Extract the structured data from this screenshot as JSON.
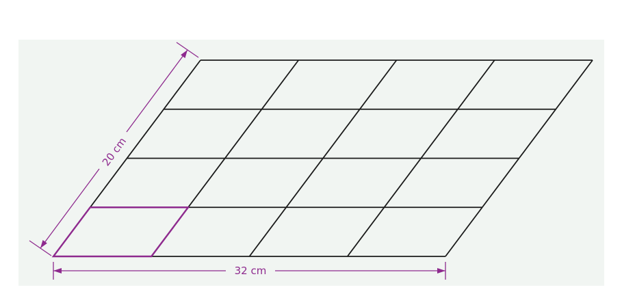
{
  "diagram": {
    "grid": {
      "rows": 4,
      "columns": 4
    },
    "highlighted_cell": {
      "row": 1,
      "column": 1
    },
    "width_label": "32 cm",
    "side_label": "20 cm",
    "colors": {
      "background": "#f1f5f2",
      "grid_line": "#1a1a1a",
      "accent": "#8e2a8e"
    }
  }
}
